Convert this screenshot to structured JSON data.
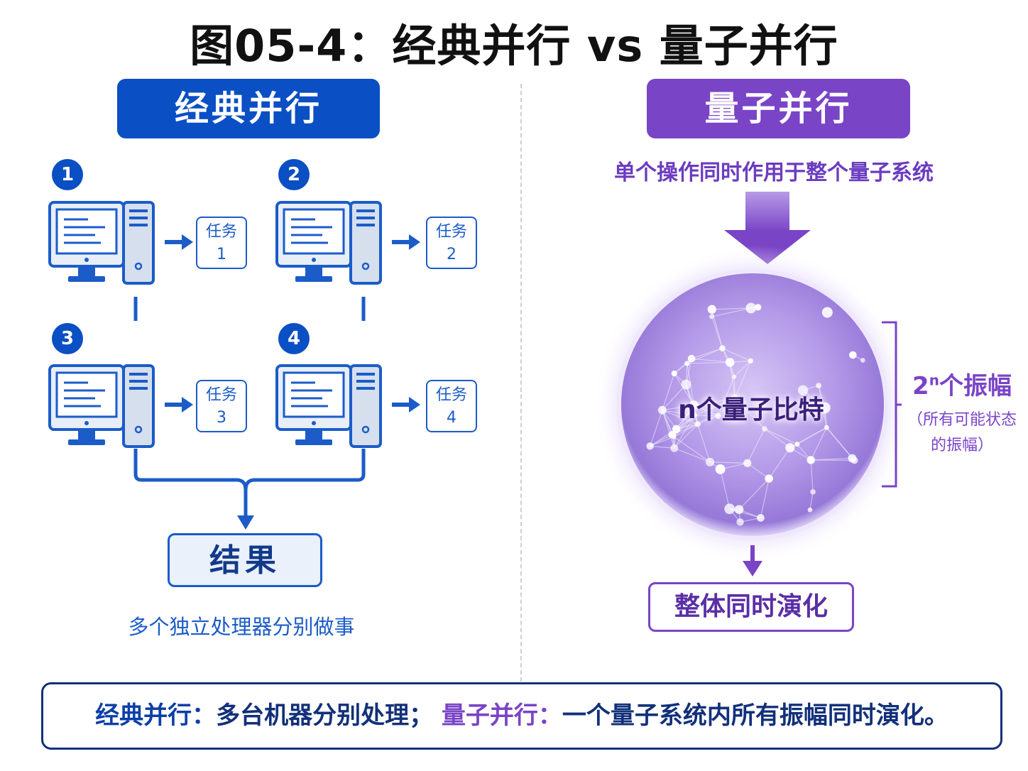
{
  "title": "图05-4：经典并行 vs 量子并行",
  "classical": {
    "header": "经典并行",
    "nodes": [
      {
        "badge": "1",
        "task_line1": "任务",
        "task_line2": "1"
      },
      {
        "badge": "2",
        "task_line1": "任务",
        "task_line2": "2"
      },
      {
        "badge": "3",
        "task_line1": "任务",
        "task_line2": "3"
      },
      {
        "badge": "4",
        "task_line1": "任务",
        "task_line2": "4"
      }
    ],
    "result": "结果",
    "caption": "多个独立处理器分别做事"
  },
  "quantum": {
    "header": "量子并行",
    "caption": "单个操作同时作用于整个量子系统",
    "sphere_label": "n个量子比特",
    "amplitude_base": "2",
    "amplitude_exp": "n",
    "amplitude_text": "个振幅",
    "amplitude_sub1": "（所有可能状态",
    "amplitude_sub2": "的振幅）",
    "evolve": "整体同时演化"
  },
  "footer": {
    "classical_label": "经典并行：",
    "classical_text": "多台机器分别处理；",
    "quantum_label": "量子并行：",
    "quantum_text": "一个量子系统内所有振幅同时演化。"
  },
  "colors": {
    "classical_blue": "#0b4fc4",
    "quantum_purple": "#7a44c7"
  }
}
